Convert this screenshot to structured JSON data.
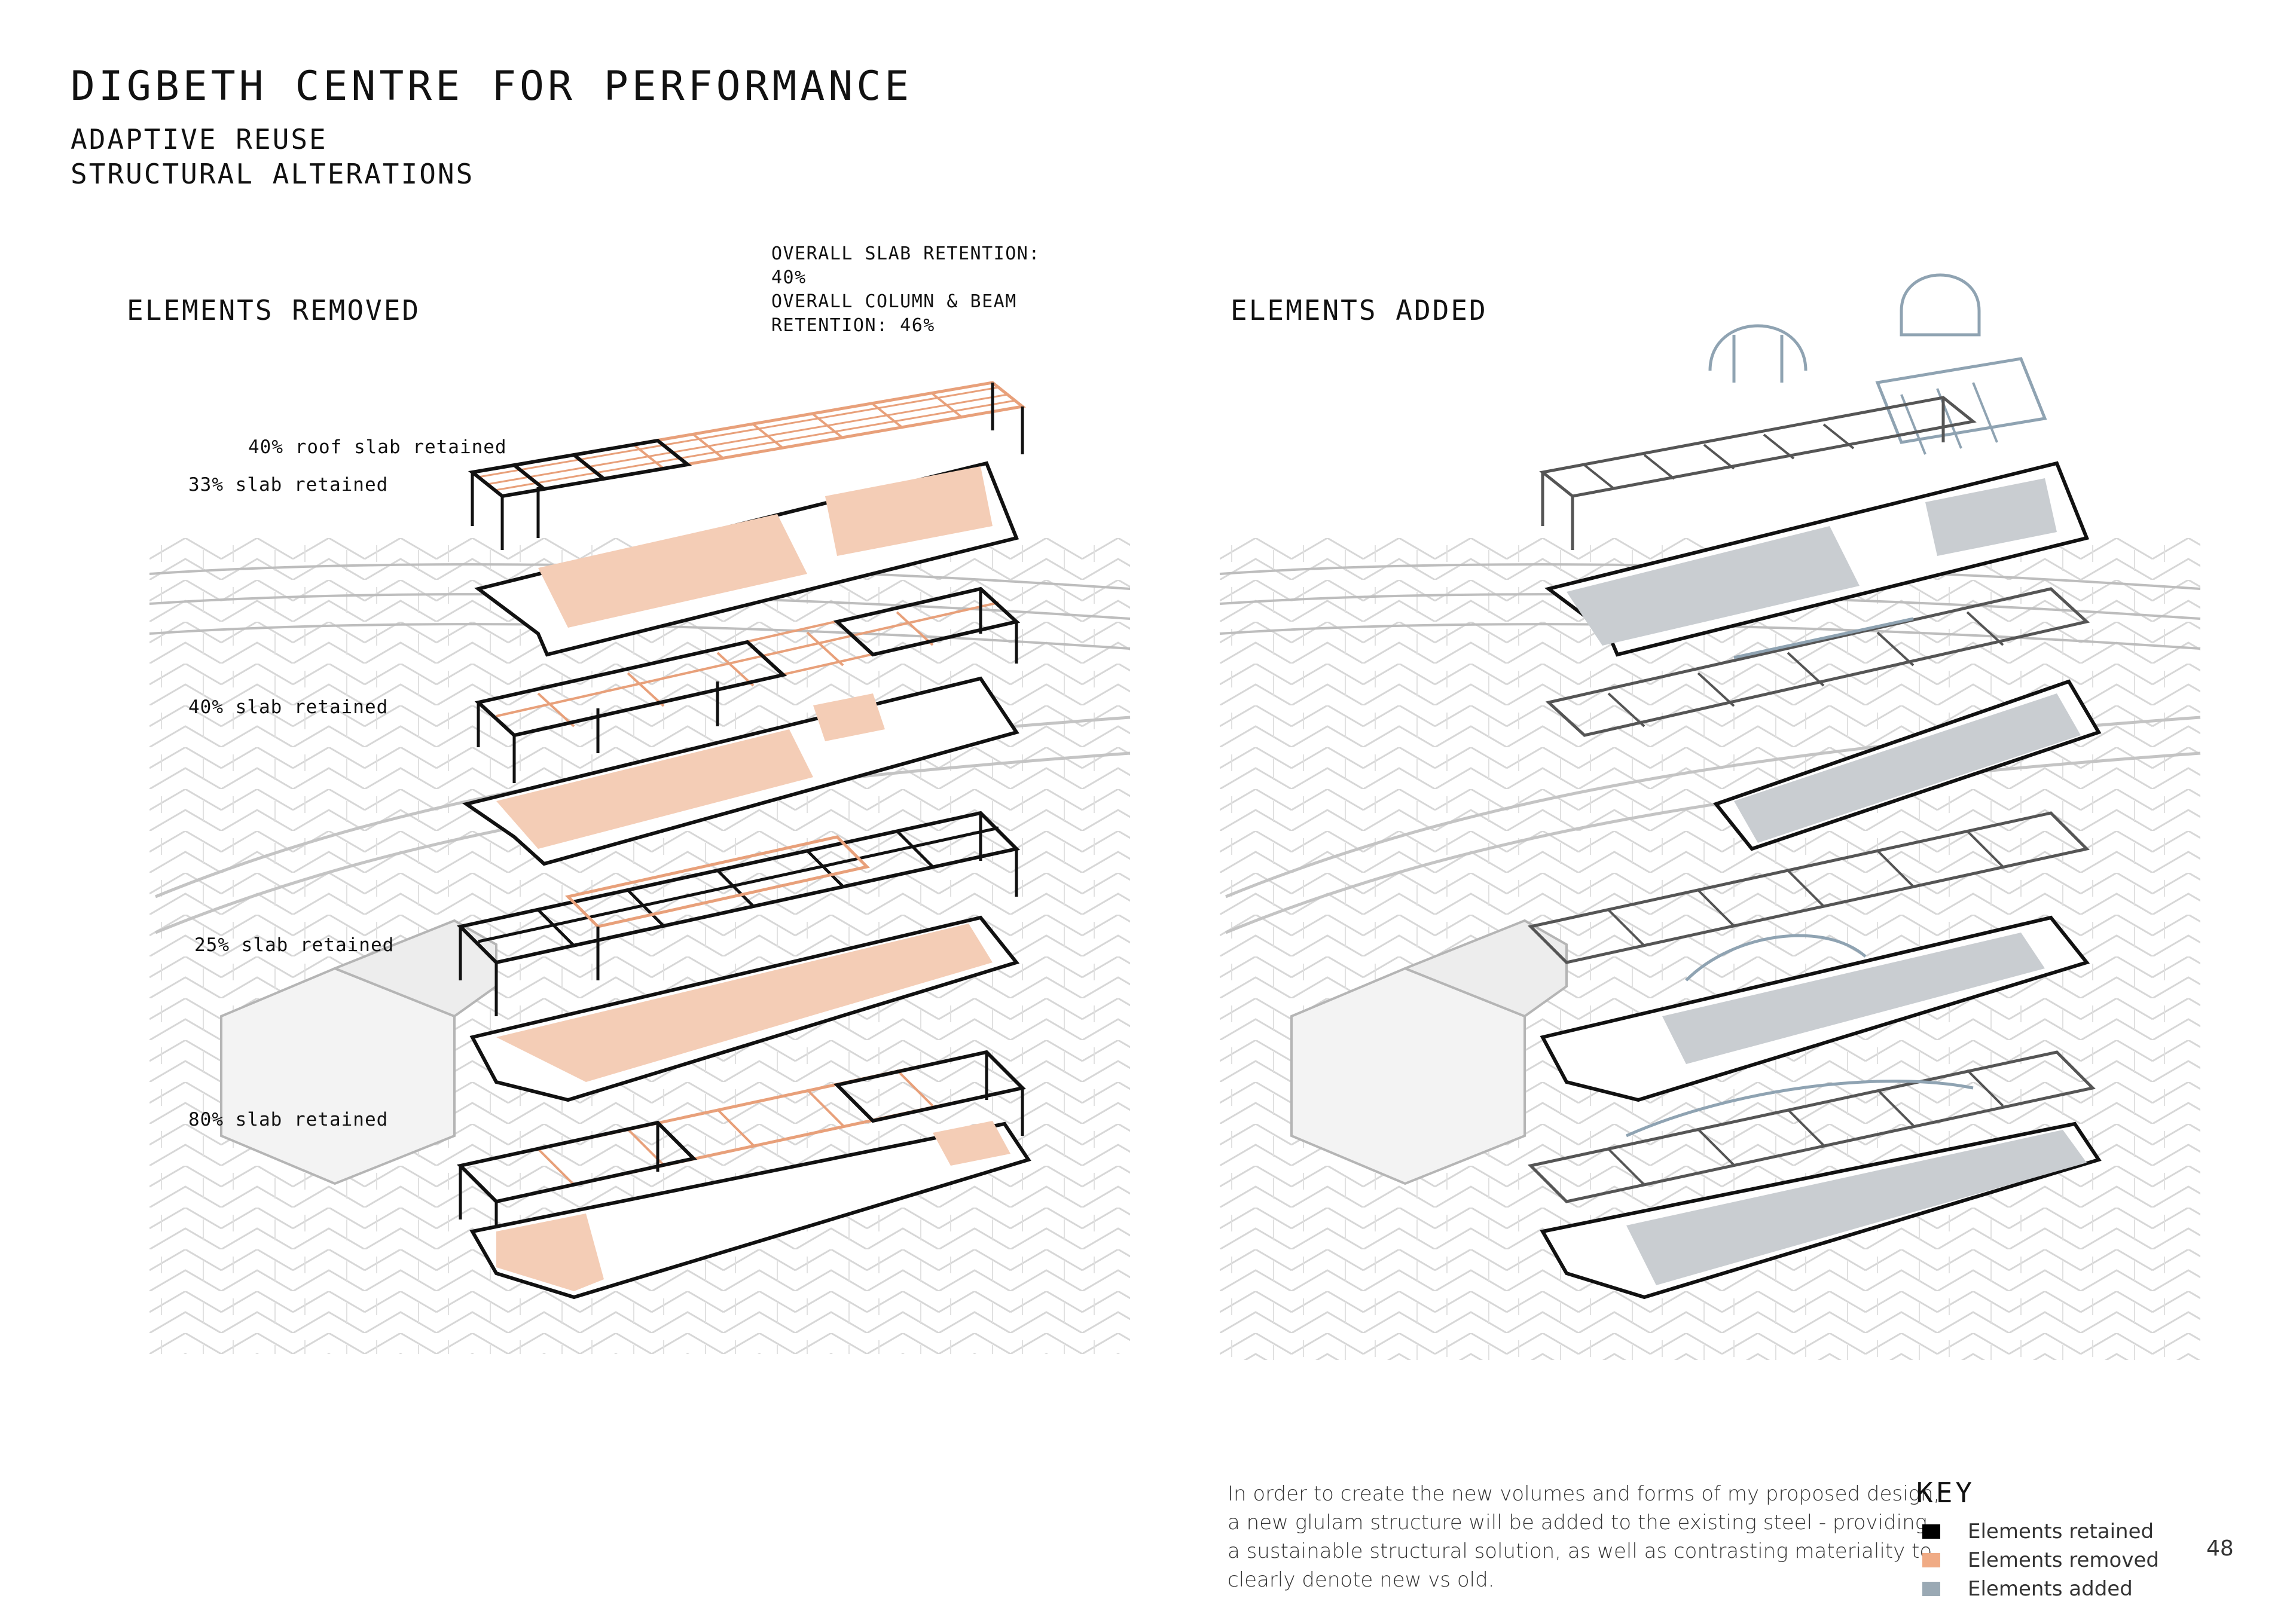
{
  "header": {
    "title": "DIGBETH CENTRE FOR PERFORMANCE",
    "subtitle_lines": [
      "ADAPTIVE REUSE",
      "STRUCTURAL ALTERATIONS"
    ]
  },
  "panels": {
    "left": {
      "heading": "ELEMENTS REMOVED"
    },
    "right": {
      "heading": "ELEMENTS ADDED"
    }
  },
  "retention_stats": {
    "lines": [
      "OVERALL SLAB RETENTION:",
      "40%",
      "OVERALL COLUMN & BEAM",
      "RETENTION: 46%"
    ],
    "overall_slab_retention_percent": 40,
    "overall_column_beam_retention_percent": 46
  },
  "level_labels": [
    {
      "text": "40% roof slab retained",
      "retained_percent": 40
    },
    {
      "text": "33% slab retained",
      "retained_percent": 33
    },
    {
      "text": "40% slab retained",
      "retained_percent": 40
    },
    {
      "text": "25% slab retained",
      "retained_percent": 25
    },
    {
      "text": "80% slab retained",
      "retained_percent": 80
    }
  ],
  "description_lines": [
    "In order to create the new volumes and forms of my proposed design,",
    "a new glulam structure will be added to the existing steel - providing",
    "a sustainable structural solution, as well as contrasting materiality to",
    "clearly denote new vs old."
  ],
  "key": {
    "title": "KEY",
    "items": [
      {
        "label": "Elements retained",
        "color": "#000000"
      },
      {
        "label": "Elements removed",
        "color": "#f0ab85"
      },
      {
        "label": "Elements added",
        "color": "#9aa9b4"
      }
    ]
  },
  "page_number": "48",
  "colors": {
    "retained": "#111111",
    "removed_line": "#e8a07a",
    "removed_fill": "#f4cdb6",
    "added_line": "#8fa3b2",
    "added_fill": "#c9cdd1",
    "context": "#c8c8c8"
  }
}
